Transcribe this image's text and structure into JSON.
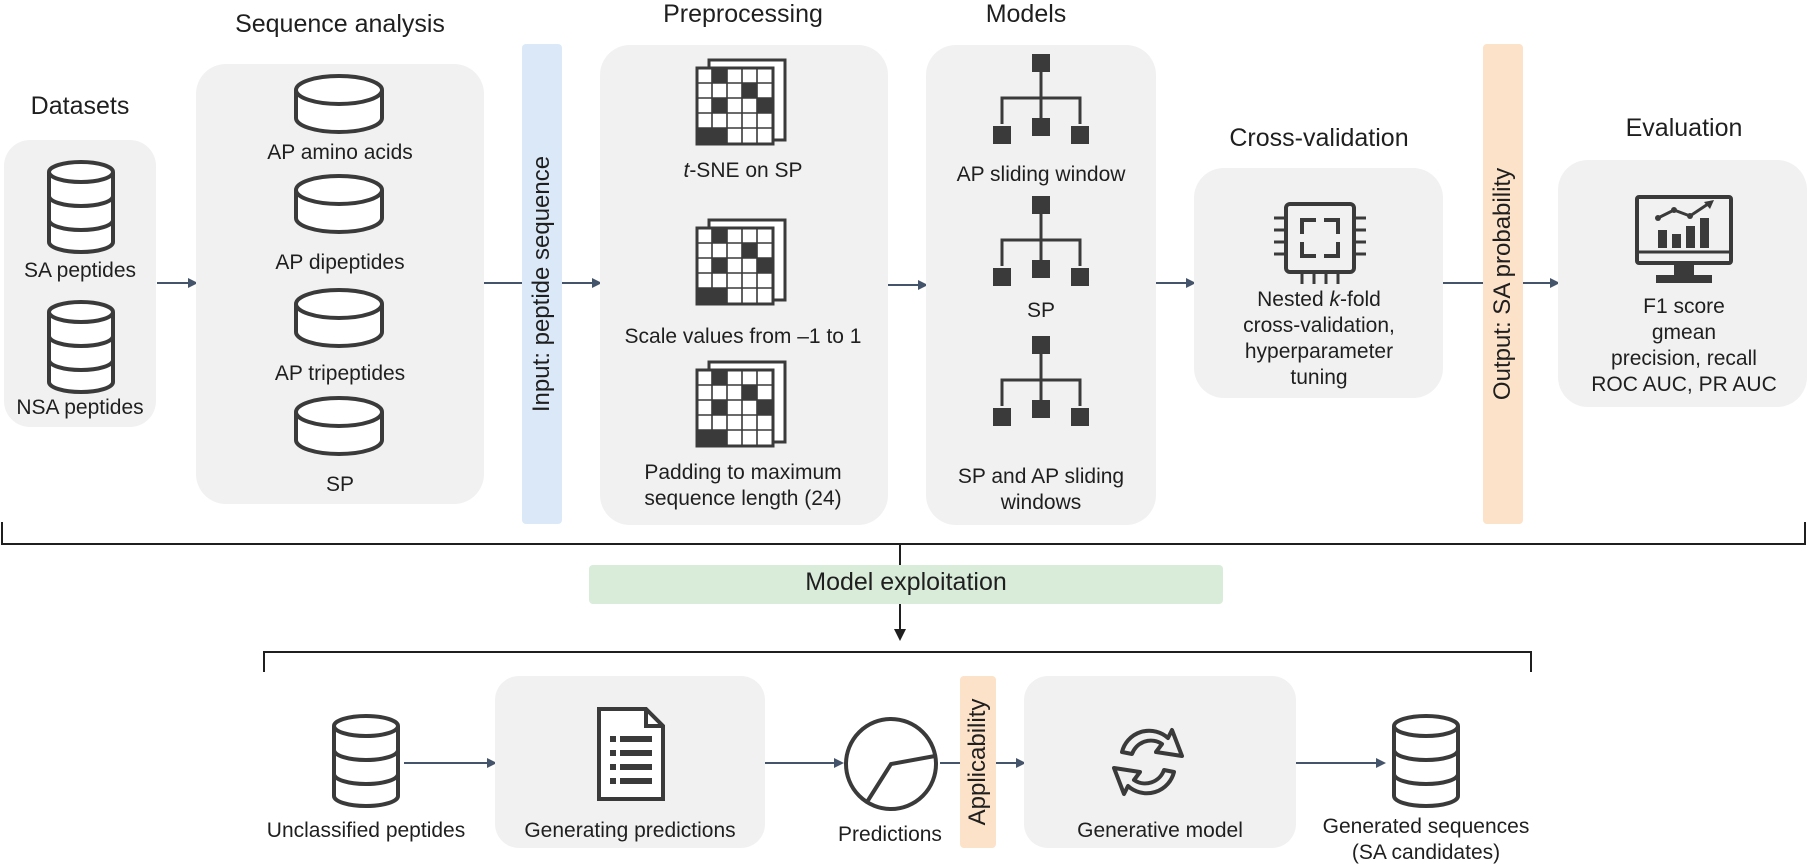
{
  "top": {
    "datasets": {
      "title": "Datasets",
      "items": [
        "SA peptides",
        "NSA peptides"
      ]
    },
    "sequence_analysis": {
      "title": "Sequence analysis",
      "items": [
        "AP amino acids",
        "AP dipeptides",
        "AP tripeptides",
        "SP"
      ]
    },
    "input_band": "Input: peptide sequence",
    "preprocessing": {
      "title": "Preprocessing",
      "tsne_prefix": "t",
      "tsne_rest": "-SNE on SP",
      "scale": "Scale values from –1 to 1",
      "padding_line1": "Padding to maximum",
      "padding_line2": "sequence length (24)"
    },
    "models": {
      "title": "Models",
      "items": [
        "AP sliding window",
        "SP"
      ],
      "last_line1": "SP and AP sliding",
      "last_line2": "windows"
    },
    "cross_validation": {
      "title": "Cross-validation",
      "line1_pre": "Nested ",
      "line1_k": "k",
      "line1_post": "-fold",
      "line2": "cross-validation,",
      "line3": "hyperparameter",
      "line4": "tuning"
    },
    "output_band": "Output: SA probability",
    "evaluation": {
      "title": "Evaluation",
      "lines": [
        "F1 score",
        "gmean",
        "precision, recall",
        "ROC AUC, PR AUC"
      ]
    }
  },
  "exploitation": {
    "label": "Model exploitation"
  },
  "bottom": {
    "unclassified": "Unclassified peptides",
    "generating": "Generating predictions",
    "predictions": "Predictions",
    "applicability": "Applicability",
    "generative": "Generative model",
    "generated_line1": "Generated sequences",
    "generated_line2": "(SA candidates)"
  },
  "colors": {
    "panel": "#f1f1f1",
    "icon": "#3a3a3a",
    "arrow": "#44546a",
    "input_band": "#dbe8f8",
    "output_band": "#fce2c8",
    "exploitation_band": "#d9ecd9",
    "applicability_band": "#fce2c8"
  }
}
